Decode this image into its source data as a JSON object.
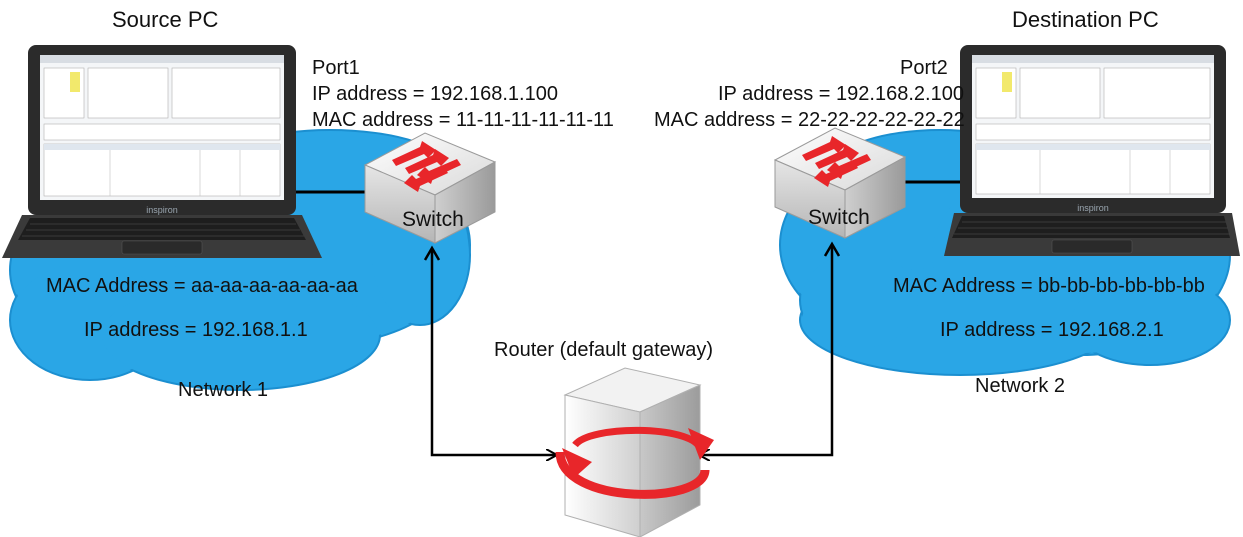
{
  "source_pc": {
    "title": "Source PC",
    "mac_label": "MAC Address = aa-aa-aa-aa-aa-aa",
    "ip_label": "IP address = 192.168.1.1",
    "network_label": "Network 1",
    "laptop_brand": "inspiron"
  },
  "destination_pc": {
    "title": "Destination PC",
    "mac_label": "MAC Address = bb-bb-bb-bb-bb-bb",
    "ip_label": "IP address = 192.168.2.1",
    "network_label": "Network 2",
    "laptop_brand": "inspiron"
  },
  "port1": {
    "name": "Port1",
    "ip_label": "IP address = 192.168.1.100",
    "mac_label": "MAC address = 11-11-11-11-11-11"
  },
  "port2": {
    "name": "Port2",
    "ip_label": "IP address = 192.168.2.100",
    "mac_label": "MAC address = 22-22-22-22-22-22"
  },
  "switch_left": {
    "label": "Switch"
  },
  "switch_right": {
    "label": "Switch"
  },
  "router": {
    "label": "Router (default gateway)"
  },
  "colors": {
    "cloud": "#2aa6e6",
    "cloud_edge": "#1b8fd0",
    "arrow_red": "#e8262a",
    "line": "#000000"
  },
  "icons": [
    "laptop-icon",
    "switch-icon",
    "router-icon",
    "cloud-icon"
  ]
}
